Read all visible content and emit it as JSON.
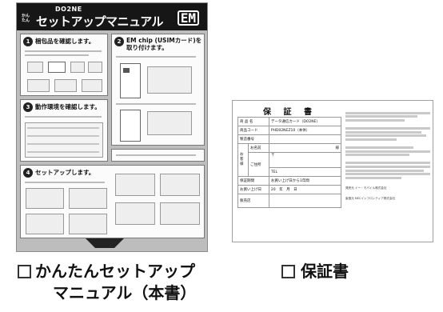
{
  "manual": {
    "model": "DO2NE",
    "title": "セットアップマニュアル",
    "kanntan": "かん たん",
    "logo": "EM",
    "sections": [
      {
        "num": "1",
        "title": "梱包品を確認します。"
      },
      {
        "num": "2",
        "title": "EM chip (USIMカード)を 取り付けます。"
      },
      {
        "num": "3",
        "title": "動作環境を確認します。"
      },
      {
        "num": "4",
        "title": "セットアップします。"
      }
    ]
  },
  "warranty": {
    "title": "保 証 書",
    "rows": [
      {
        "label": "商 品 名",
        "value": "データ通信カード（DO2NE）"
      },
      {
        "label": "商品コード",
        "value": "PHD02NEZ10（本体）"
      },
      {
        "label": "製造番号",
        "value": ""
      },
      {
        "label": "お名前",
        "value": "様"
      },
      {
        "label": "ご住所",
        "value": "〒"
      },
      {
        "label": "",
        "value": "TEL"
      },
      {
        "label": "保証期間",
        "value": "お買い上げ日から1年間"
      },
      {
        "label": "お買い上げ日",
        "value": "20　年　月　日"
      },
      {
        "label": "販売店",
        "value": ""
      }
    ],
    "side_label": "お客様",
    "notes_seller": "発売元  イー・モバイル株式会社",
    "notes_maker": "製造元  NECインフロンティア株式会社"
  },
  "labels": {
    "manual_line1": "かんたんセットアップ",
    "manual_line2": "マニュアル（本書）",
    "warranty": "保証書"
  }
}
